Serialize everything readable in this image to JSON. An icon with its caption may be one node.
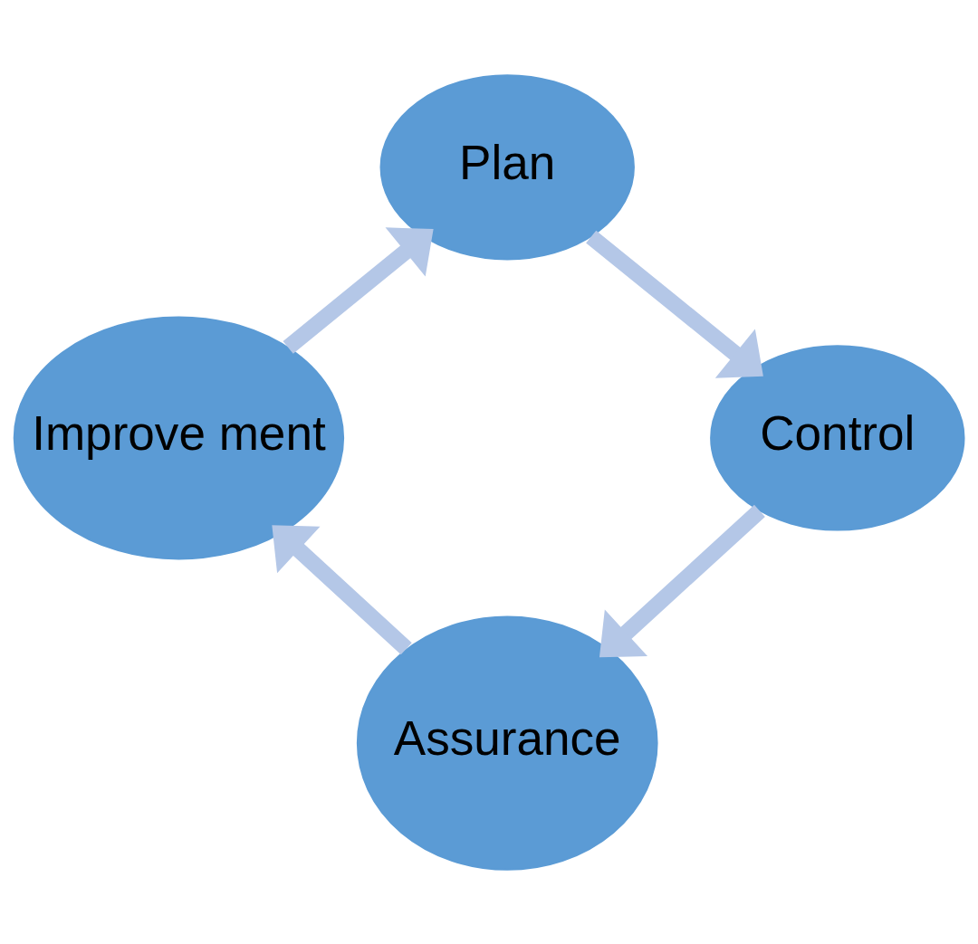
{
  "diagram": {
    "nodes": [
      {
        "text": [
          "Plan"
        ]
      },
      {
        "text": [
          "Control"
        ]
      },
      {
        "text": [
          "Assurance"
        ]
      },
      {
        "text": [
          "Improve ment"
        ]
      }
    ],
    "edges": [
      {
        "from": 0,
        "to": 1,
        "arrow": "to"
      },
      {
        "from": 1,
        "to": 2,
        "arrow": "to"
      },
      {
        "from": 2,
        "to": 3,
        "arrow": "to"
      },
      {
        "from": 3,
        "to": 0,
        "arrow": "to"
      }
    ]
  }
}
